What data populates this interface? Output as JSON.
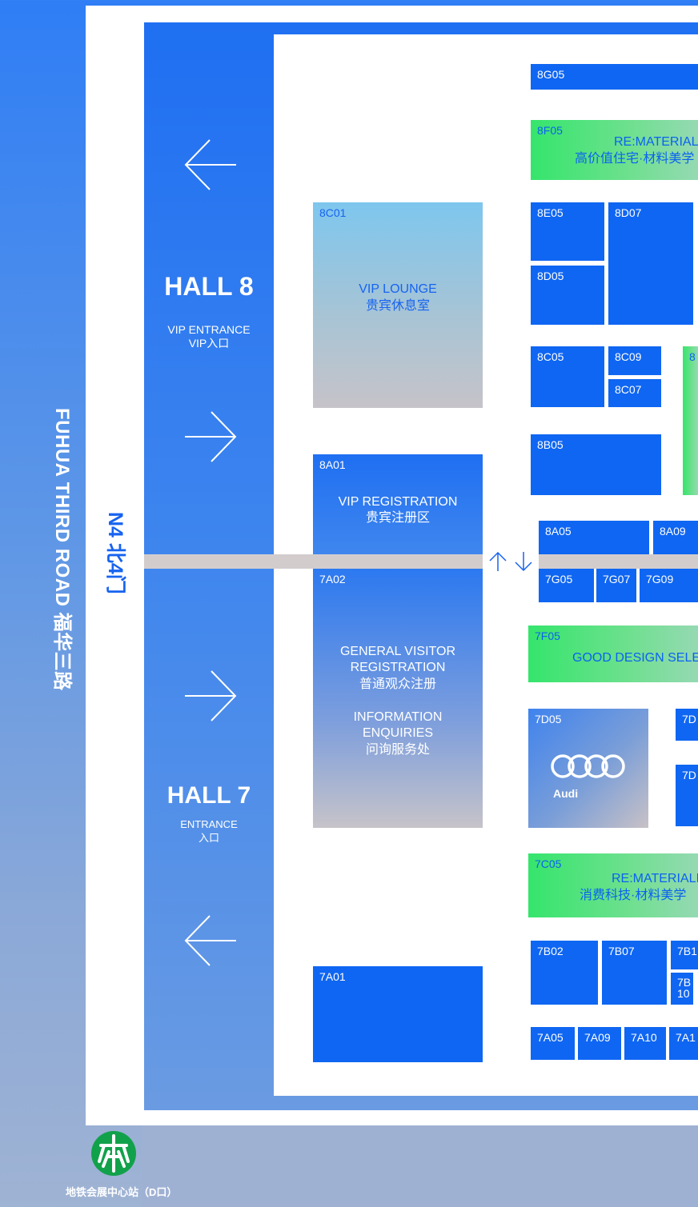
{
  "road": {
    "label": "FUHUA THIRD ROAD  福华三路"
  },
  "gate": {
    "label": "N4 北4门"
  },
  "hall8": {
    "title": "HALL 8",
    "sub_en": "VIP ENTRANCE",
    "sub_cn": "VIP入口"
  },
  "hall7": {
    "title": "HALL 7",
    "sub_en": "ENTRANCE",
    "sub_cn": "入口"
  },
  "metro": {
    "label": "地铁会展中心站（D口）",
    "icon": "metro-logo-icon"
  },
  "zones": {
    "lounge": {
      "code": "8C01",
      "line1": "VIP LOUNGE",
      "line2": "贵宾休息室"
    },
    "vip_reg": {
      "code": "8A01",
      "line1": "VIP REGISTRATION",
      "line2": "贵宾注册区"
    },
    "general": {
      "code": "7A02",
      "line1": "GENERAL VISITOR",
      "line2": "REGISTRATION",
      "line3": "普通观众注册",
      "line4": "INFORMATION",
      "line5": "ENQUIRIES",
      "line6": "问询服务处"
    },
    "b7a01": {
      "code": "7A01"
    },
    "audi": {
      "code": "7D05",
      "brand": "Audi"
    },
    "f8f05": {
      "code": "8F05",
      "line1": "RE:MATERIALIZ",
      "line2": "高价值住宅·材料美学"
    },
    "f7f05": {
      "code": "7F05",
      "line1": "GOOD DESIGN SELEC"
    },
    "f7c05": {
      "code": "7C05",
      "line1": "RE:MATERIALIZ",
      "line2": "消费科技·材料美学"
    },
    "g8_partial": {
      "code": "8"
    }
  },
  "booths": {
    "b8g05": "8G05",
    "b8e05": "8E05",
    "b8d07": "8D07",
    "b8d05": "8D05",
    "b8c05": "8C05",
    "b8c09": "8C09",
    "b8c07": "8C07",
    "b8b05": "8B05",
    "b8a05": "8A05",
    "b8a09": "8A09",
    "b7g05": "7G05",
    "b7g07": "7G07",
    "b7g09": "7G09",
    "b7d_a": "7D",
    "b7d_b": "7D",
    "b7b02": "7B02",
    "b7b07": "7B07",
    "b7b1": "7B1",
    "b7b10_a": "7B",
    "b7b10_b": "10",
    "b7a05": "7A05",
    "b7a09": "7A09",
    "b7a10": "7A10",
    "b7a1": "7A1"
  },
  "colors": {
    "booth": "#0f66f2",
    "green": "#35e56c",
    "corridor": "#d3cccd"
  }
}
